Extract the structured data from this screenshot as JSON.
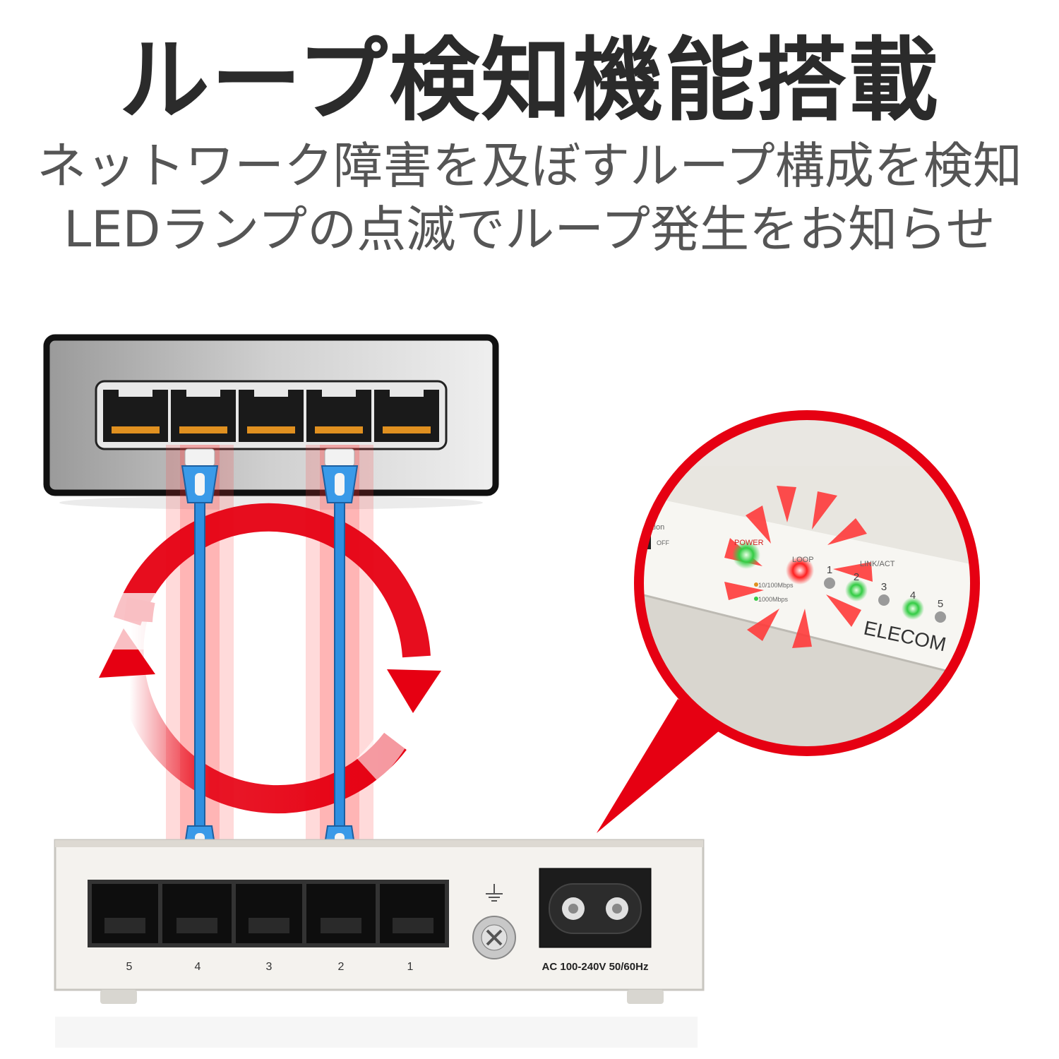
{
  "headline": "ループ検知機能搭載",
  "subline_1": "ネットワーク障害を及ぼすループ構成を検知",
  "subline_2": "LEDランプの点滅でループ発生をお知らせ",
  "switch_rear": {
    "port_labels": [
      "5",
      "4",
      "3",
      "2",
      "1"
    ],
    "power_label": "AC  100-240V  50/60Hz"
  },
  "callout": {
    "power_label": "POWER",
    "loop_label": "LOOP",
    "link_act_label": "LINK/ACT",
    "port_numbers": [
      "1",
      "2",
      "3",
      "4",
      "5"
    ],
    "speed_10_100": "10/100Mbps",
    "speed_1000": "1000Mbps",
    "switch_text": "ction",
    "off_label": "OFF",
    "brand": "ELECOM"
  },
  "colors": {
    "accent_red": "#e60012",
    "cable_blue": "#2f8fe0",
    "led_green": "#33cc44",
    "led_red": "#ff2020"
  }
}
